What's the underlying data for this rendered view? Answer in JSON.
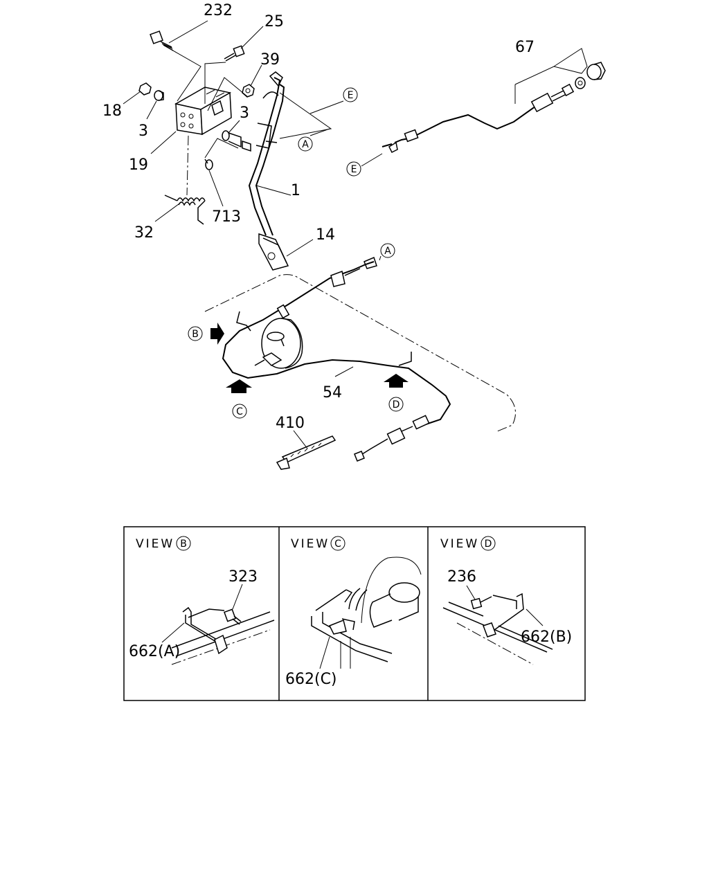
{
  "parts": {
    "p232": "232",
    "p25": "25",
    "p39": "39",
    "p18": "18",
    "p3a": "3",
    "p3b": "3",
    "p19": "19",
    "p713": "713",
    "p32": "32",
    "p1": "1",
    "p14": "14",
    "p67": "67",
    "p54": "54",
    "p410": "410"
  },
  "refs": {
    "A": "A",
    "E": "E",
    "B": "B",
    "C": "C",
    "D": "D"
  },
  "views": {
    "b": {
      "prefix": "VIEW",
      "letter": "B",
      "bolt": "323",
      "clip": "662(A)"
    },
    "c": {
      "prefix": "VIEW",
      "letter": "C",
      "clip": "662(C)"
    },
    "d": {
      "prefix": "VIEW",
      "letter": "D",
      "bolt": "236",
      "clip": "662(B)"
    }
  }
}
